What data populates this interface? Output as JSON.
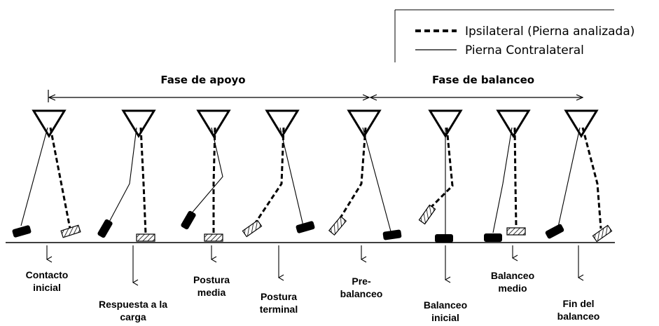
{
  "legend": {
    "ipsilateral": "Ipsilateral (Pierna analizada)",
    "contralateral": "Pierna Contralateral"
  },
  "phases": {
    "stance": "Fase de apoyo",
    "swing": "Fase de balanceo"
  },
  "events": [
    {
      "lines": [
        "Contacto",
        "inicial"
      ]
    },
    {
      "lines": [
        "Respuesta a la",
        "carga"
      ]
    },
    {
      "lines": [
        "Postura",
        "media"
      ]
    },
    {
      "lines": [
        "Postura",
        "terminal"
      ]
    },
    {
      "lines": [
        "Pre-",
        "balanceo"
      ]
    },
    {
      "lines": [
        "Balanceo",
        "inicial"
      ]
    },
    {
      "lines": [
        "Balanceo",
        "medio"
      ]
    },
    {
      "lines": [
        "Fin del",
        "balanceo"
      ]
    }
  ]
}
